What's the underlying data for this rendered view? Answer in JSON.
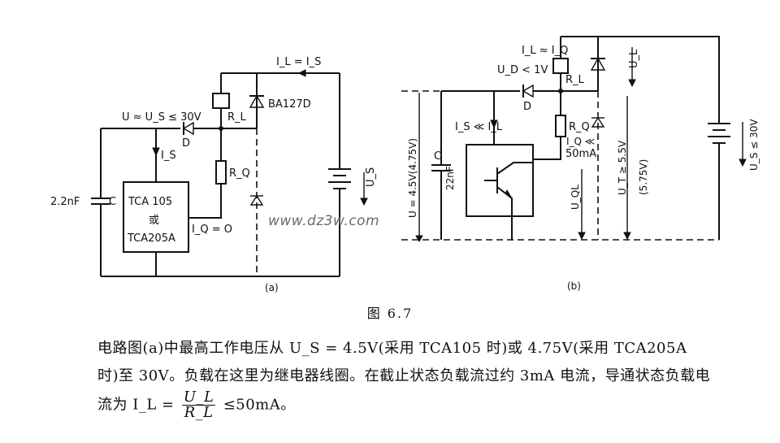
{
  "diagram_a": {
    "label": "(a)",
    "top_label": "I_L = I_S",
    "diode_label": "BA127D",
    "rl_label": "R_L",
    "voltage_label": "U ≈ U_S ≤ 30V",
    "d_label": "D",
    "is_label": "I_S",
    "rq_label": "R_Q",
    "cap_label": "2.2nF",
    "cap_name": "C",
    "ic_line1": "TCA   105",
    "ic_line2": "或",
    "ic_line3": "TCA205A",
    "iq_label": "I_Q = O",
    "us_label": "U_S"
  },
  "diagram_b": {
    "label": "(b)",
    "il_label": "I_L ≈ I_Q",
    "ud_label": "U_D < 1V",
    "rl_label": "R_L",
    "d_label": "D",
    "is_label": "I_S ≪ I_L",
    "rq_label": "R_Q",
    "iq_label": "I_Q ≪",
    "iq_value": "50mA",
    "u_label": "U = 4.5V(4.75V)",
    "cap_name": "C",
    "cap_value": "22nF",
    "uql_label": "U_QL",
    "ut_label": "U_T ≥ 5.5V",
    "ut_value": "(5.75V)",
    "ul_label": "U_L",
    "us_label": "U_S ≤ 30V"
  },
  "watermark": "www.dz3w.com",
  "caption": "图 6.7",
  "paragraph": {
    "line1": "电路图(a)中最高工作电压从 U_S = 4.5V(采用 TCA105 时)或 4.75V(采用 TCA205A",
    "line2": "时)至 30V。负载在这里为继电器线圈。在截止状态负载流过约 3mA 电流，导通状态负载电",
    "line3_pre": "流为 I_L =",
    "frac_num": "U_L",
    "frac_den": "R_L",
    "line3_post": "≤50mA。"
  }
}
